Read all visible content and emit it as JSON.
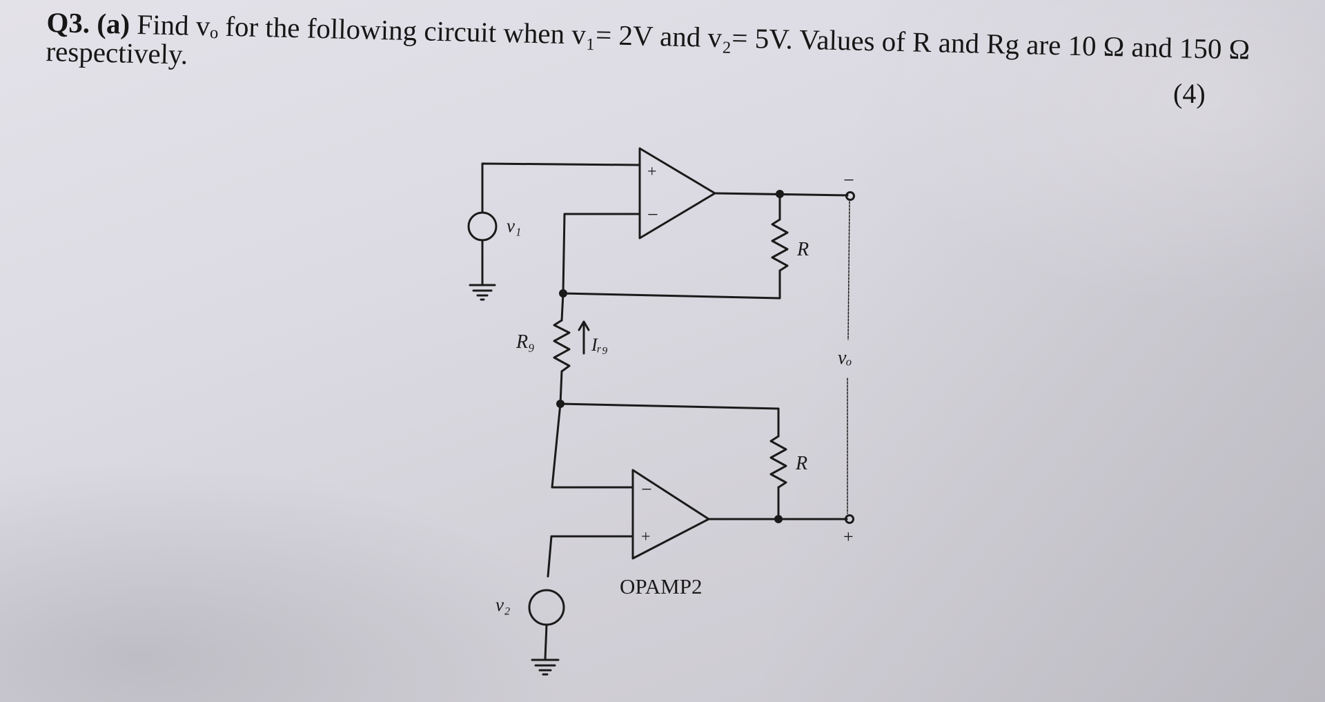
{
  "question": {
    "number": "Q3.",
    "part": "(a)",
    "text": "Find vₒ for the following circuit when v₁= 2V and v₂= 5V. Values of R and Rg are 10 Ω and 150 Ω respectively.",
    "marks": "(4)"
  },
  "circuit": {
    "source_top_label": "v₁",
    "source_bottom_label": "v₂",
    "resistor_gain_label": "R₉",
    "current_label": "Iᵣ₉",
    "resistor_top_label": "R",
    "resistor_bottom_label": "R",
    "output_label": "vₒ",
    "output_minus": "−",
    "output_plus": "+",
    "opamp_top_plus": "+",
    "opamp_top_minus": "−",
    "opamp_bottom_minus": "−",
    "opamp_bottom_plus": "+",
    "opamp_bottom_name": "OPAMP2"
  }
}
